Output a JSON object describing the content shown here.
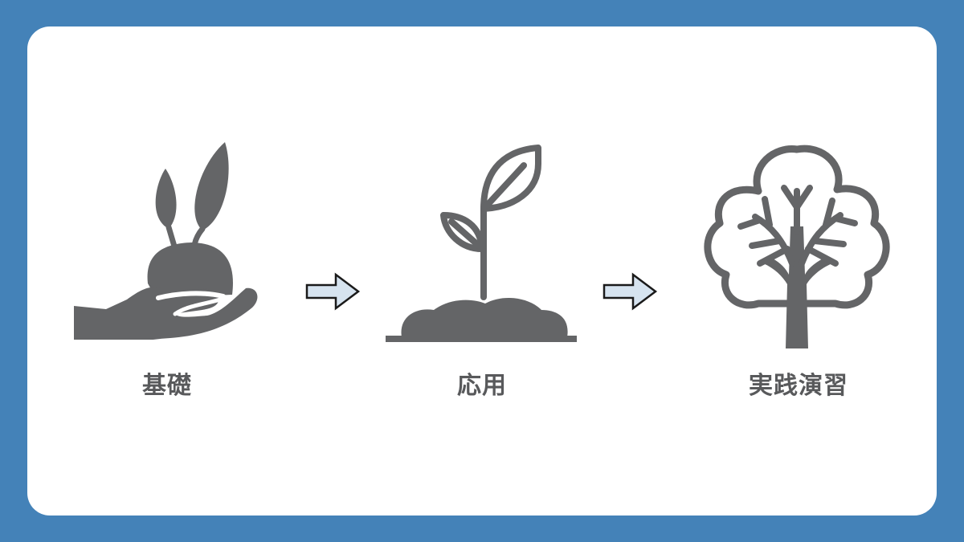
{
  "stages": [
    {
      "label": "基礎",
      "icon": "hand-holding-sprout-icon"
    },
    {
      "label": "応用",
      "icon": "sprout-in-soil-icon"
    },
    {
      "label": "実践演習",
      "icon": "tree-icon"
    }
  ],
  "colors": {
    "background": "#4482b8",
    "card": "#ffffff",
    "icon": "#646567",
    "text": "#58595b",
    "arrow_fill": "#d6e3ef",
    "arrow_stroke": "#1a1a1a"
  }
}
